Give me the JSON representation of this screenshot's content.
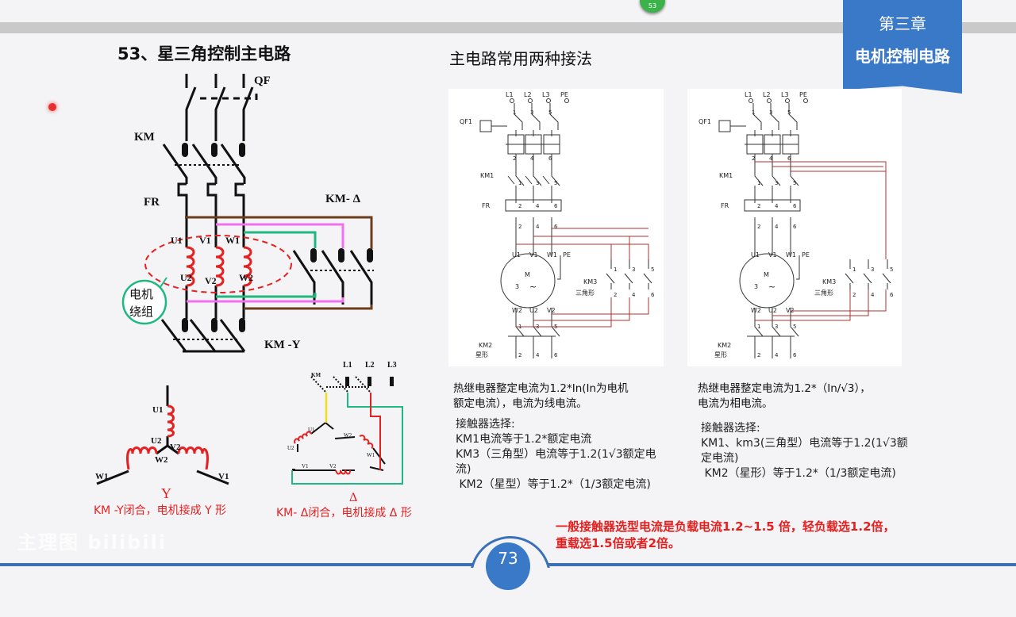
{
  "header": {
    "slide_badge": "53",
    "chapter": "第三章",
    "chapter_title": "电机控制电路"
  },
  "left": {
    "title": "53、星三角控制主电路",
    "labels": {
      "qf": "QF",
      "km": "KM",
      "fr": "FR",
      "km_delta": "KM- Δ",
      "km_y": "KM -Y",
      "u1": "U1",
      "v1": "V1",
      "w1": "W1",
      "u2": "U2",
      "v2": "V2",
      "w2": "W2",
      "callout_1": "电机",
      "callout_2": "绕组"
    },
    "star": {
      "u1": "U1",
      "u2": "U2",
      "v2": "V2",
      "w2": "W2",
      "w1": "W1",
      "v1": "V1",
      "symbol": "Y",
      "caption": "KM -Y闭合，电机接成 Y 形"
    },
    "delta": {
      "km": "KM",
      "l1": "L1",
      "l2": "L2",
      "l3": "L3",
      "u1": "U1",
      "u2": "U2",
      "w2": "W2",
      "w1": "W1",
      "v1": "V1",
      "v2": "V2",
      "symbol": "Δ",
      "caption": "KM- Δ闭合，电机接成 Δ 形"
    },
    "colors": {
      "winding": "#e62020",
      "brown": "#6b3d1a",
      "pink": "#f070f0",
      "green": "#1fb880",
      "callout": "#1fb880"
    }
  },
  "right": {
    "subtitle": "主电路常用两种接法",
    "schematic_labels": {
      "l1": "L1",
      "l2": "L2",
      "l3": "L3",
      "pe": "PE",
      "qf1": "QF1",
      "km1": "KM1",
      "fr": "FR",
      "u1": "U1",
      "v1": "V1",
      "w1": "W1",
      "pe2": "PE",
      "m": "M",
      "three": "3",
      "tilde": "~",
      "km3": "KM3",
      "km3_name": "三角形",
      "w2": "W2",
      "u2": "U2",
      "v2": "V2",
      "km2": "KM2",
      "km2_name": "星形",
      "t_top": [
        "1",
        "3",
        "5"
      ],
      "t_bot": [
        "2",
        "4",
        "6"
      ]
    },
    "left_notes": {
      "relay": [
        "热继电器整定电流为1.2*In(In为电机",
        "额定电流），电流为线电流。"
      ],
      "contactor": [
        "接触器选择:",
        "KM1电流等于1.2*额定电流",
        "KM3（三角型）电流等于1.2(1√3额定电",
        "流)",
        " KM2（星型）等于1.2*（1/3额定电流)"
      ]
    },
    "right_notes": {
      "relay": [
        "热继电器整定电流为1.2*（In/√3），",
        "电流为相电流。"
      ],
      "contactor": [
        "接触器选择:",
        "KM1、km3(三角型）电流等于1.2(1√3额",
        "定电流)",
        " KM2（星形）等于1.2*（1/3额定电流)"
      ]
    },
    "conclusion": [
      "一般接触器选型电流是负载电流1.2~1.5 倍，轻负载选1.2倍，",
      "重载选1.5倍或者2倍。"
    ]
  },
  "footer": {
    "page_number": "73",
    "watermark": "主理图 bilibili"
  }
}
